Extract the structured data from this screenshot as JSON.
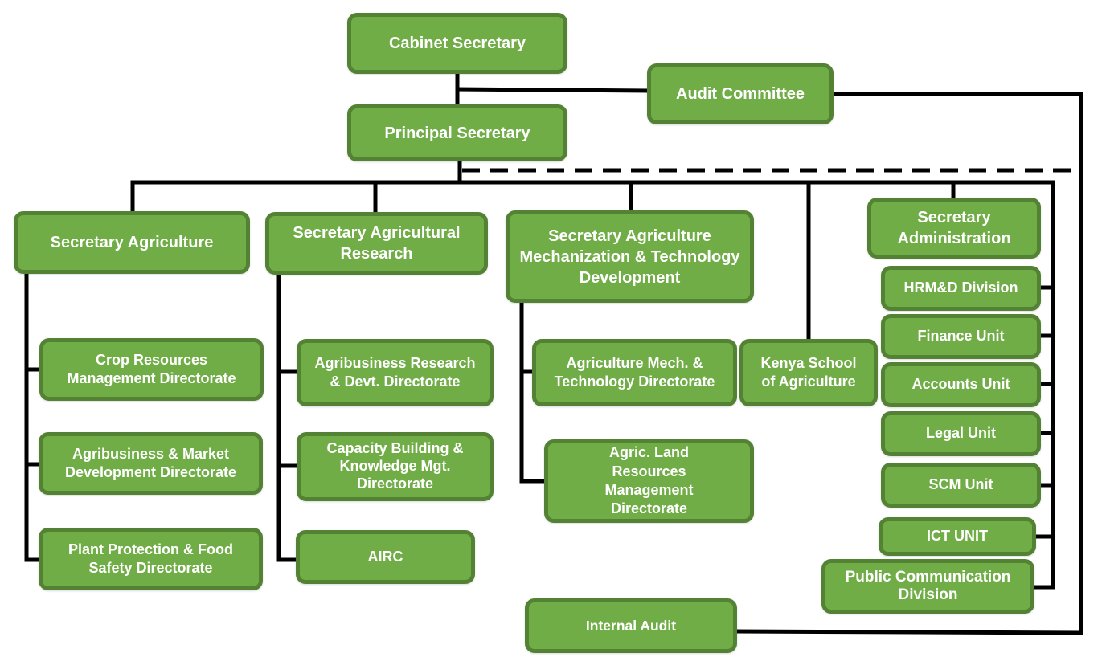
{
  "chart": {
    "type": "org-chart",
    "colors": {
      "box_fill": "#70ad47",
      "box_border": "#548235",
      "text": "#ffffff",
      "connector": "#000000"
    },
    "nodes": {
      "cabinet_secretary": "Cabinet Secretary",
      "audit_committee": "Audit Committee",
      "principal_secretary": "Principal Secretary",
      "secretary_agriculture": "Secretary Agriculture",
      "secretary_agricultural_research": "Secretary Agricultural Research",
      "secretary_mechanization": "Secretary Agriculture Mechanization & Technology Development",
      "secretary_administration": "Secretary Administration",
      "crop_resources": "Crop Resources Management Directorate",
      "agribusiness_market": "Agribusiness & Market Development Directorate",
      "plant_protection": "Plant Protection & Food Safety Directorate",
      "agribusiness_research": "Agribusiness Research & Devt. Directorate",
      "capacity_building": "Capacity Building & Knowledge Mgt. Directorate",
      "airc": "AIRC",
      "agri_mech_tech": "Agriculture Mech. & Technology Directorate",
      "land_resources": "Agric. Land Resources Management Directorate",
      "kenya_school": "Kenya School of Agriculture",
      "hrmd": "HRM&D Division",
      "finance": "Finance Unit",
      "accounts": "Accounts Unit",
      "legal": "Legal Unit",
      "scm": "SCM Unit",
      "ict": "ICT UNIT",
      "public_comm": "Public Communication Division",
      "internal_audit": "Internal Audit"
    },
    "relations": [
      {
        "from": "cabinet_secretary",
        "to": "principal_secretary",
        "style": "solid"
      },
      {
        "from": "cabinet_secretary",
        "to": "audit_committee",
        "style": "solid"
      },
      {
        "from": "audit_committee",
        "to": "internal_audit",
        "style": "solid"
      },
      {
        "from": "principal_secretary",
        "to": "internal_audit",
        "style": "dashed"
      },
      {
        "from": "principal_secretary",
        "to": "secretary_agriculture",
        "style": "solid"
      },
      {
        "from": "principal_secretary",
        "to": "secretary_agricultural_research",
        "style": "solid"
      },
      {
        "from": "principal_secretary",
        "to": "secretary_mechanization",
        "style": "solid"
      },
      {
        "from": "principal_secretary",
        "to": "kenya_school",
        "style": "solid"
      },
      {
        "from": "principal_secretary",
        "to": "secretary_administration",
        "style": "solid"
      },
      {
        "from": "secretary_agriculture",
        "to": "crop_resources",
        "style": "solid"
      },
      {
        "from": "secretary_agriculture",
        "to": "agribusiness_market",
        "style": "solid"
      },
      {
        "from": "secretary_agriculture",
        "to": "plant_protection",
        "style": "solid"
      },
      {
        "from": "secretary_agricultural_research",
        "to": "agribusiness_research",
        "style": "solid"
      },
      {
        "from": "secretary_agricultural_research",
        "to": "capacity_building",
        "style": "solid"
      },
      {
        "from": "secretary_agricultural_research",
        "to": "airc",
        "style": "solid"
      },
      {
        "from": "secretary_mechanization",
        "to": "agri_mech_tech",
        "style": "solid"
      },
      {
        "from": "secretary_mechanization",
        "to": "land_resources",
        "style": "solid"
      },
      {
        "from": "principal_secretary",
        "to": "hrmd",
        "style": "solid"
      },
      {
        "from": "principal_secretary",
        "to": "finance",
        "style": "solid"
      },
      {
        "from": "principal_secretary",
        "to": "accounts",
        "style": "solid"
      },
      {
        "from": "principal_secretary",
        "to": "legal",
        "style": "solid"
      },
      {
        "from": "principal_secretary",
        "to": "scm",
        "style": "solid"
      },
      {
        "from": "principal_secretary",
        "to": "ict",
        "style": "solid"
      },
      {
        "from": "principal_secretary",
        "to": "public_comm",
        "style": "solid"
      }
    ]
  }
}
